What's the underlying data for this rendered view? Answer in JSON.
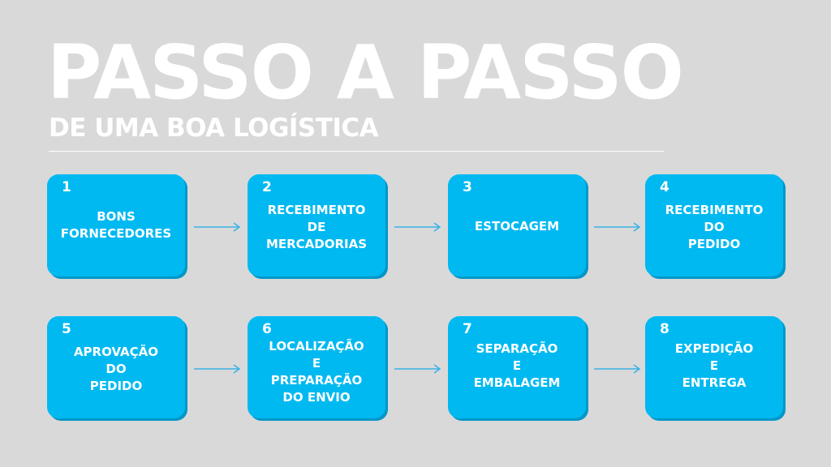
{
  "header": {
    "title": "PASSO A PASSO",
    "subtitle": "DE UMA BOA LOGÍSTICA"
  },
  "colors": {
    "background": "#d9d9d9",
    "box": "#00b9f1",
    "text": "#ffffff",
    "arrow": "#39b2e6"
  },
  "steps": [
    {
      "number": "1",
      "lines": [
        "BONS",
        "FORNECEDORES"
      ]
    },
    {
      "number": "2",
      "lines": [
        "RECEBIMENTO",
        "DE",
        "MERCADORIAS"
      ]
    },
    {
      "number": "3",
      "lines": [
        "ESTOCAGEM"
      ]
    },
    {
      "number": "4",
      "lines": [
        "RECEBIMENTO",
        "DO",
        "PEDIDO"
      ]
    },
    {
      "number": "5",
      "lines": [
        "APROVAÇÃO",
        "DO",
        "PEDIDO"
      ]
    },
    {
      "number": "6",
      "lines": [
        "LOCALIZAÇÃO",
        "E",
        "PREPARAÇÃO",
        "DO ENVIO"
      ]
    },
    {
      "number": "7",
      "lines": [
        "SEPARAÇÃO",
        "E",
        "EMBALAGEM"
      ]
    },
    {
      "number": "8",
      "lines": [
        "EXPEDIÇÃO",
        "E",
        "ENTREGA"
      ]
    }
  ]
}
